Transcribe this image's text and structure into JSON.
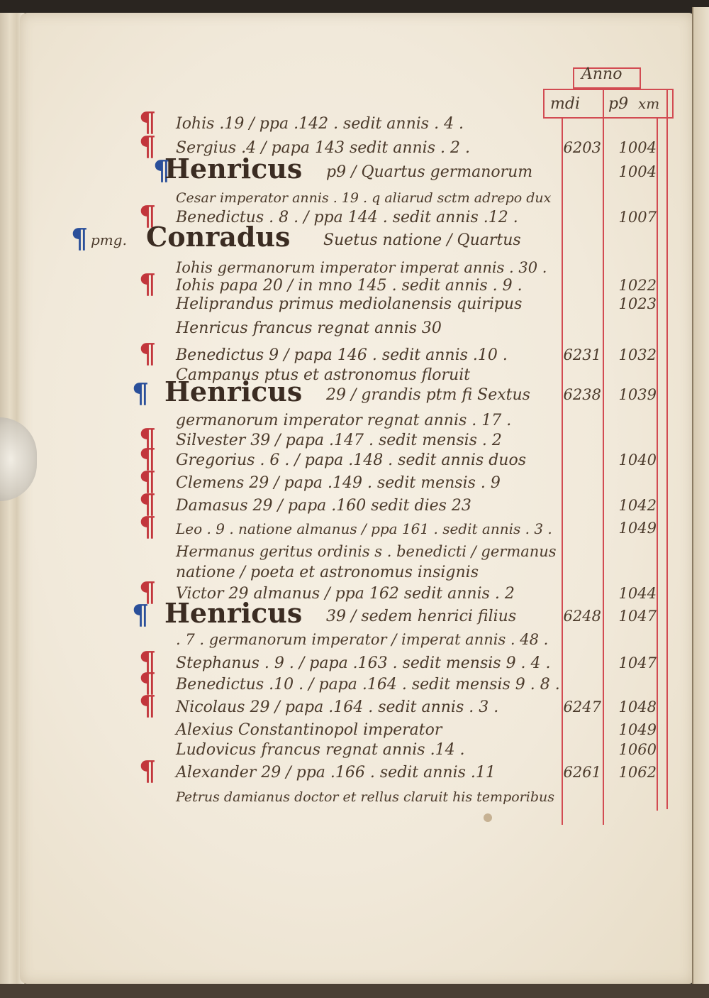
{
  "header": {
    "top": "Anno",
    "col1": "mdi",
    "col2": "p9",
    "col3": "xm"
  },
  "entries": [
    {
      "mark": "red",
      "text": "Iohis .19 / ppa .142 . sedit annis . 4 .",
      "a": "",
      "b": ""
    },
    {
      "mark": "red",
      "text": "Sergius .4 / papa 143 sedit annis . 2 .",
      "a": "6203",
      "b": "1004"
    },
    {
      "mark": "blue",
      "big": "Henricus",
      "text": "p9 / Quartus germanorum",
      "a": "",
      "b": "1004"
    },
    {
      "mark": "",
      "text": "Cesar imperator annis . 19 . q aliarud sctm adrepo dux",
      "a": "",
      "b": ""
    },
    {
      "mark": "red",
      "text": "Benedictus . 8 . / ppa 144 . sedit annis .12 .",
      "a": "",
      "b": "1007"
    },
    {
      "mark": "blue",
      "margin": "pmg.",
      "big": "Conradus",
      "text": "Suetus natione / Quartus",
      "a": "",
      "b": ""
    },
    {
      "mark": "",
      "text": "Iohis germanorum imperator imperat annis . 30 .",
      "a": "",
      "b": ""
    },
    {
      "mark": "red",
      "text": "Iohis papa 20 / in mno 145 . sedit annis . 9 .",
      "a": "",
      "b": "1022"
    },
    {
      "mark": "",
      "text": "Heliprandus primus mediolanensis quiripus",
      "a": "",
      "b": "1023"
    },
    {
      "mark": "",
      "text": "Henricus francus regnat annis 30",
      "a": "",
      "b": ""
    },
    {
      "mark": "red",
      "text": "Benedictus 9 / papa 146 . sedit annis .10 .",
      "a": "6231",
      "b": "1032"
    },
    {
      "mark": "",
      "text": "Campanus ptus et astronomus floruit",
      "a": "",
      "b": ""
    },
    {
      "mark": "blue",
      "big": "Henricus",
      "text": "29 / grandis ptm fi Sextus",
      "a": "6238",
      "b": "1039"
    },
    {
      "mark": "",
      "text": "germanorum imperator regnat annis . 17 .",
      "a": "",
      "b": ""
    },
    {
      "mark": "red",
      "text": "Silvester 39 / papa .147 . sedit mensis . 2",
      "a": "",
      "b": ""
    },
    {
      "mark": "red",
      "text": "Gregorius . 6 . / papa .148 . sedit annis duos",
      "a": "",
      "b": "1040"
    },
    {
      "mark": "red",
      "text": "Clemens 29 / papa .149 . sedit mensis . 9",
      "a": "",
      "b": ""
    },
    {
      "mark": "red",
      "text": "Damasus 29 / papa .160 sedit dies 23",
      "a": "",
      "b": "1042"
    },
    {
      "mark": "red",
      "text": "Leo . 9 . natione almanus / ppa 161 . sedit annis . 3 .",
      "a": "",
      "b": "1049"
    },
    {
      "mark": "",
      "text": "Hermanus geritus ordinis s . benedicti / germanus",
      "a": "",
      "b": ""
    },
    {
      "mark": "",
      "text": "natione / poeta et astronomus insignis",
      "a": "",
      "b": ""
    },
    {
      "mark": "red",
      "text": "Victor 29 almanus / ppa 162 sedit annis . 2",
      "a": "",
      "b": "1044"
    },
    {
      "mark": "blue",
      "big": "Henricus",
      "text": "39 / sedem henrici filius",
      "a": "6248",
      "b": "1047"
    },
    {
      "mark": "",
      "text": ". 7 . germanorum imperator / imperat annis . 48 .",
      "a": "",
      "b": ""
    },
    {
      "mark": "red",
      "text": "Stephanus . 9 . / papa .163 . sedit mensis 9 . 4 .",
      "a": "",
      "b": "1047"
    },
    {
      "mark": "red",
      "text": "Benedictus .10 . / papa .164 . sedit mensis 9 . 8 .",
      "a": "",
      "b": ""
    },
    {
      "mark": "red",
      "text": "Nicolaus 29 / papa .164 . sedit annis . 3 .",
      "a": "6247",
      "b": "1048"
    },
    {
      "mark": "",
      "text": "Alexius Constantinopol imperator",
      "a": "",
      "b": "1049"
    },
    {
      "mark": "",
      "text": "Ludovicus francus regnat annis .14 .",
      "a": "",
      "b": "1060"
    },
    {
      "mark": "red",
      "text": "Alexander 29 / ppa .166 . sedit annis .11",
      "a": "6261",
      "b": "1062"
    },
    {
      "mark": "",
      "text": "Petrus damianus doctor et rellus claruit his temporibus",
      "a": "",
      "b": ""
    }
  ],
  "colors": {
    "rubric_red": "#c2363c",
    "rubric_blue": "#2a4f9a",
    "ink": "#4b3a2b",
    "ruling": "#d24b52"
  }
}
